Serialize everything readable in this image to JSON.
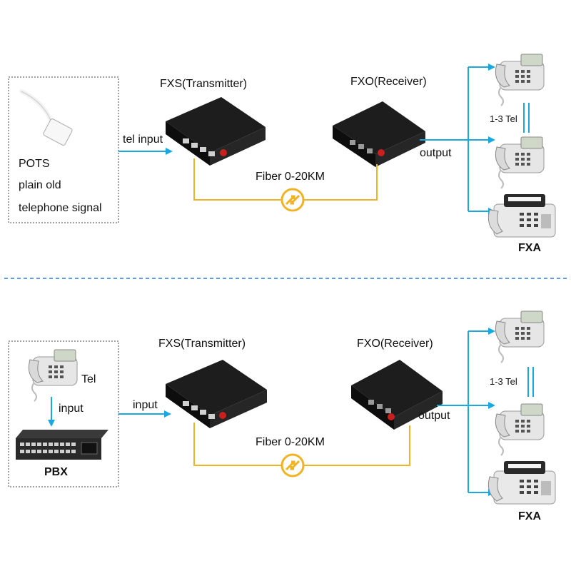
{
  "top": {
    "source_lines": [
      "POTS",
      "plain old",
      "telephone signal"
    ],
    "input_label": "tel input",
    "transmitter_label": "FXS(Transmitter)",
    "receiver_label": "FXO(Receiver)",
    "fiber_label": "Fiber 0-20KM",
    "output_label": "output",
    "tel_count_label": "1-3 Tel",
    "fax_label": "FXA"
  },
  "bottom": {
    "tel_label": "Tel",
    "tel_input_label": "input",
    "pbx_label": "PBX",
    "input_label": "input",
    "transmitter_label": "FXS(Transmitter)",
    "receiver_label": "FXO(Receiver)",
    "fiber_label": "Fiber 0-20KM",
    "output_label": "output",
    "tel_count_label": "1-3 Tel",
    "fax_label": "FXA"
  },
  "colors": {
    "arrow": "#1aa8e0",
    "fiber": "#f0b323",
    "divider": "#2b7bd6",
    "device_body": "#151515",
    "phone_body": "#e6e6e6"
  }
}
